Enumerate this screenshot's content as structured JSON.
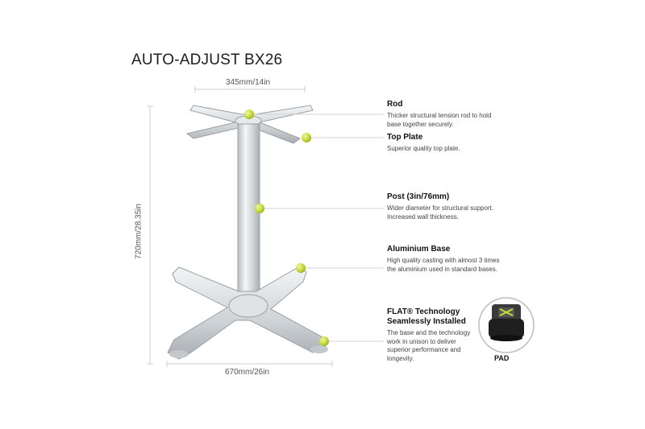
{
  "title": "AUTO-ADJUST BX26",
  "dimensions": {
    "top_width": "345mm/14in",
    "bottom_width": "670mm/26in",
    "height": "720mm/28.35in"
  },
  "callouts": [
    {
      "heading": "Rod",
      "text": "Thicker structural tension rod to hold base together securely."
    },
    {
      "heading": "Top Plate",
      "text": "Superior quality top plate."
    },
    {
      "heading": "Post (3in/76mm)",
      "text": "Wider diameter for structural support. Increased wall thickness."
    },
    {
      "heading": "Aluminium Base",
      "text": "High quality casting with almost 3 times the aluminium used in standard bases."
    },
    {
      "heading": "FLAT® Technology Seamlessly Installed",
      "text": "The base and the technology work in unison to deliver superior performance and longevity."
    }
  ],
  "pad_label": "PAD",
  "colors": {
    "marker": "#c8dc3c",
    "metal": "#d7dbde"
  }
}
